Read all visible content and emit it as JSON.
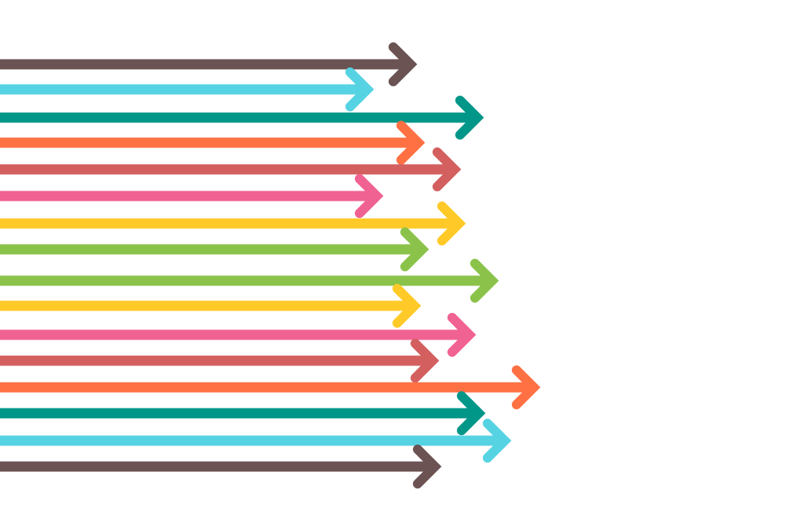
{
  "background": "#ffffff",
  "arrows": [
    {
      "name": "arrow-brown-1",
      "color": "#6b5253"
    },
    {
      "name": "arrow-cyan-1",
      "color": "#56d3e3"
    },
    {
      "name": "arrow-teal-1",
      "color": "#009688"
    },
    {
      "name": "arrow-orange-1",
      "color": "#ff7043"
    },
    {
      "name": "arrow-red-1",
      "color": "#d35f5f"
    },
    {
      "name": "arrow-pink-1",
      "color": "#f06292"
    },
    {
      "name": "arrow-yellow-1",
      "color": "#ffca28"
    },
    {
      "name": "arrow-green-1",
      "color": "#8bc34a"
    },
    {
      "name": "arrow-green-2",
      "color": "#8bc34a"
    },
    {
      "name": "arrow-yellow-2",
      "color": "#ffca28"
    },
    {
      "name": "arrow-pink-2",
      "color": "#f06292"
    },
    {
      "name": "arrow-red-2",
      "color": "#d35f5f"
    },
    {
      "name": "arrow-orange-2",
      "color": "#ff7043"
    },
    {
      "name": "arrow-teal-2",
      "color": "#009688"
    },
    {
      "name": "arrow-cyan-2",
      "color": "#56d3e3"
    },
    {
      "name": "arrow-brown-2",
      "color": "#6b5253"
    }
  ]
}
